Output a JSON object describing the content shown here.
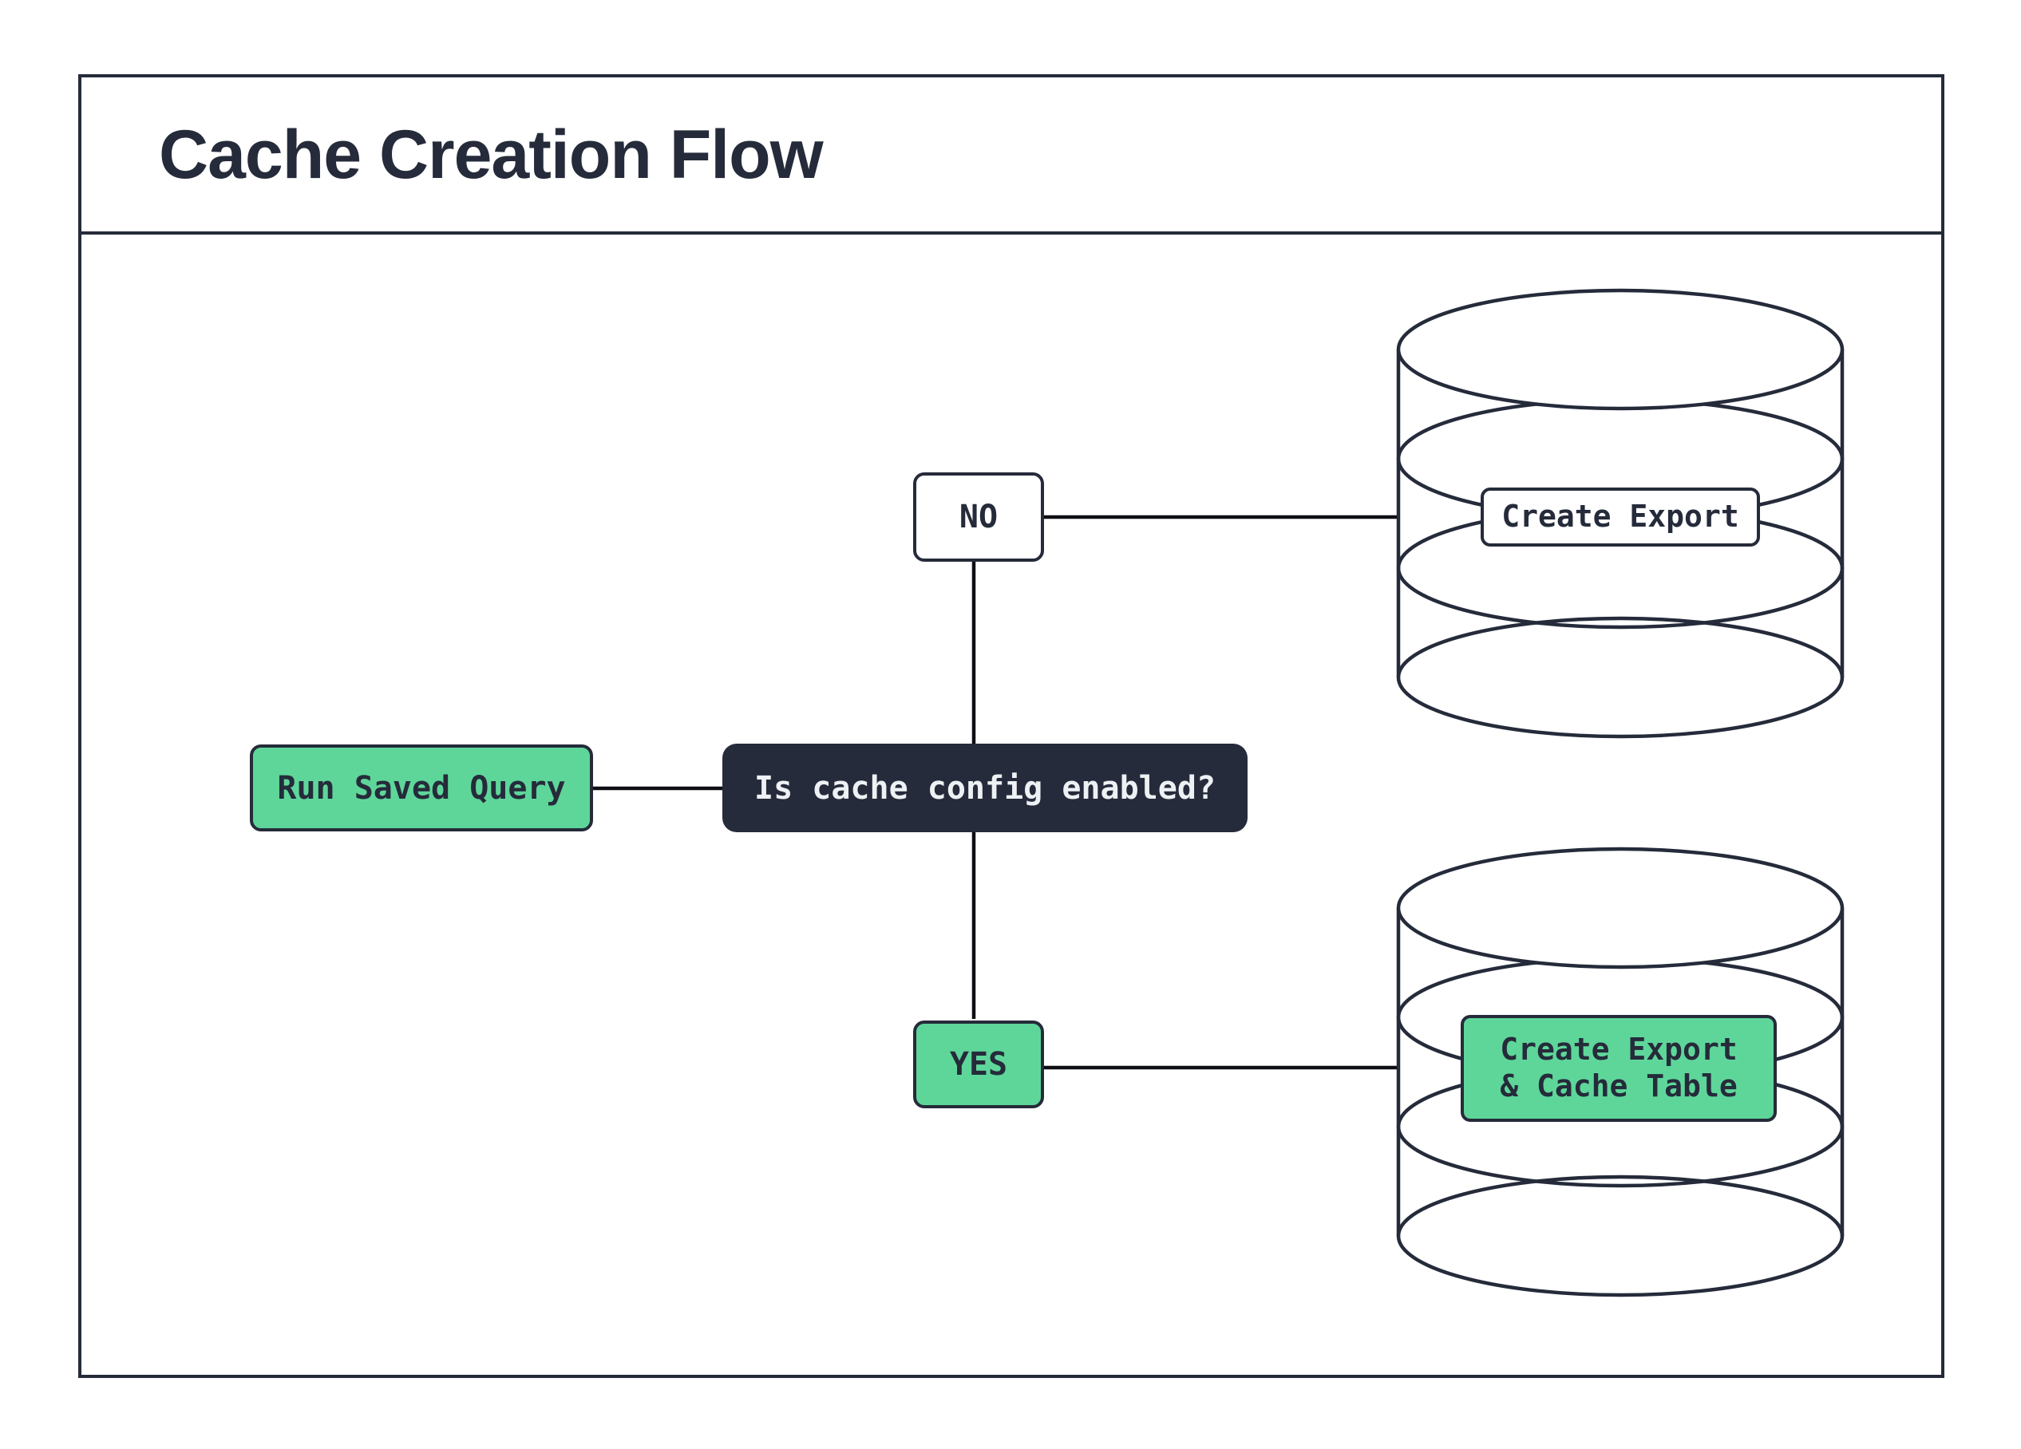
{
  "title": "Cache Creation Flow",
  "colors": {
    "navy": "#252b3a",
    "green": "#5ed69a",
    "text_on_navy": "#eef1f4",
    "connector": "#0d0f14",
    "background": "#ffffff"
  },
  "nodes": {
    "run_query": {
      "label": "Run Saved Query"
    },
    "decision": {
      "label": "Is cache config enabled?"
    },
    "no": {
      "label": "NO"
    },
    "yes": {
      "label": "YES"
    },
    "export_db": {
      "label": "Create Export"
    },
    "cache_db": {
      "label_line1": "Create Export",
      "label_line2": "& Cache Table"
    }
  },
  "edges": [
    {
      "from": "run-saved-query",
      "to": "decision"
    },
    {
      "from": "decision",
      "to": "no"
    },
    {
      "from": "decision",
      "to": "yes"
    },
    {
      "from": "no",
      "to": "export-database"
    },
    {
      "from": "yes",
      "to": "cache-database"
    }
  ]
}
